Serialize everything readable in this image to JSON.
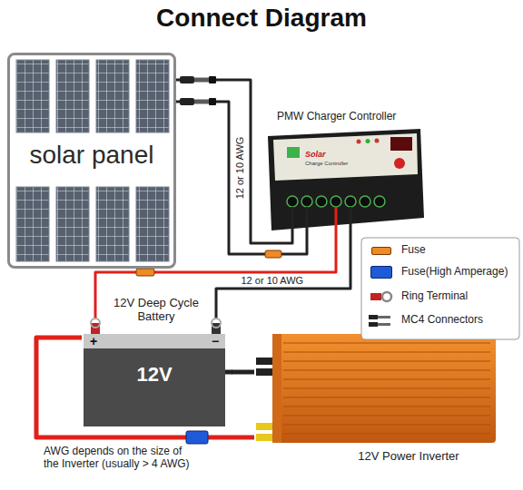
{
  "diagram": {
    "title": "Connect Diagram",
    "nodes": [
      {
        "text": [
          "solar panel"
        ]
      },
      {
        "text": [
          "PMW Charger Controller",
          "Solar",
          "Charge Controller"
        ]
      },
      {
        "text": [
          "12V Deep Cycle Battery",
          "12V"
        ]
      },
      {
        "text": [
          "12V Power Inverter"
        ]
      }
    ],
    "edges": [
      {
        "from": 0,
        "to": 1,
        "arrow": "none",
        "label": "12 or 10 AWG"
      },
      {
        "from": 0,
        "to": 1,
        "arrow": "none"
      },
      {
        "from": 1,
        "to": 2,
        "arrow": "none"
      },
      {
        "from": 1,
        "to": 2,
        "arrow": "none",
        "label": "12 or 10 AWG"
      },
      {
        "from": 2,
        "to": 3,
        "arrow": "none"
      },
      {
        "from": 2,
        "to": 3,
        "arrow": "none"
      }
    ],
    "labels": [
      "+",
      "−",
      "AWG depends on the size of the Inverter (usually > 4 AWG)"
    ],
    "legend": [
      {
        "text": "Fuse",
        "color": "#f08a24"
      },
      {
        "text": "Fuse(High Amperage)",
        "color": "#1f5bd8"
      },
      {
        "text": "Ring Terminal"
      },
      {
        "text": "MC4 Connectors"
      }
    ]
  }
}
